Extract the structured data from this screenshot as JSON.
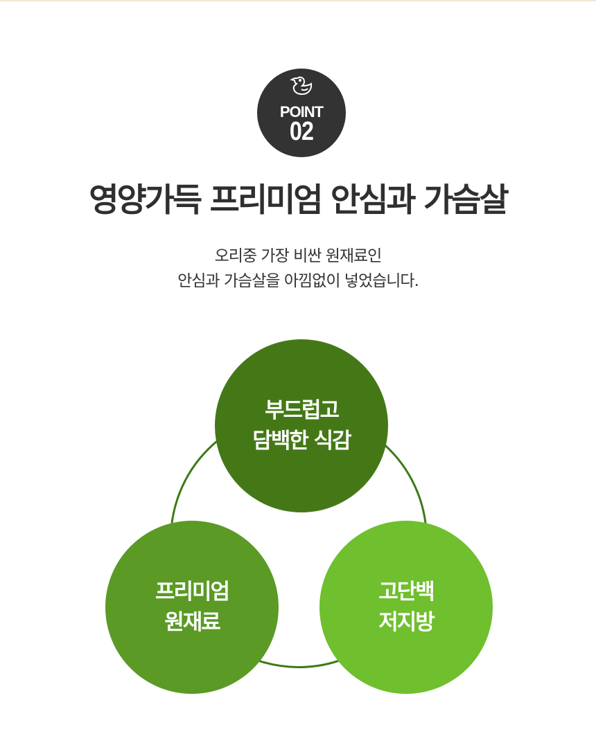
{
  "badge": {
    "label": "POINT",
    "number": "02",
    "icon": "duck-icon"
  },
  "title": "영양가득 프리미엄 안심과 가슴살",
  "subtitle": [
    "오리중 가장 비싼 원재료인",
    "안심과 가슴살을 아낌없이 넣었습니다."
  ],
  "features": [
    {
      "lines": [
        "부드럽고",
        "담백한 식감"
      ],
      "color": "#447817"
    },
    {
      "lines": [
        "프리미엄",
        "원재료"
      ],
      "color": "#5a9a25"
    },
    {
      "lines": [
        "고단백",
        "저지방"
      ],
      "color": "#6fbf2e"
    }
  ]
}
